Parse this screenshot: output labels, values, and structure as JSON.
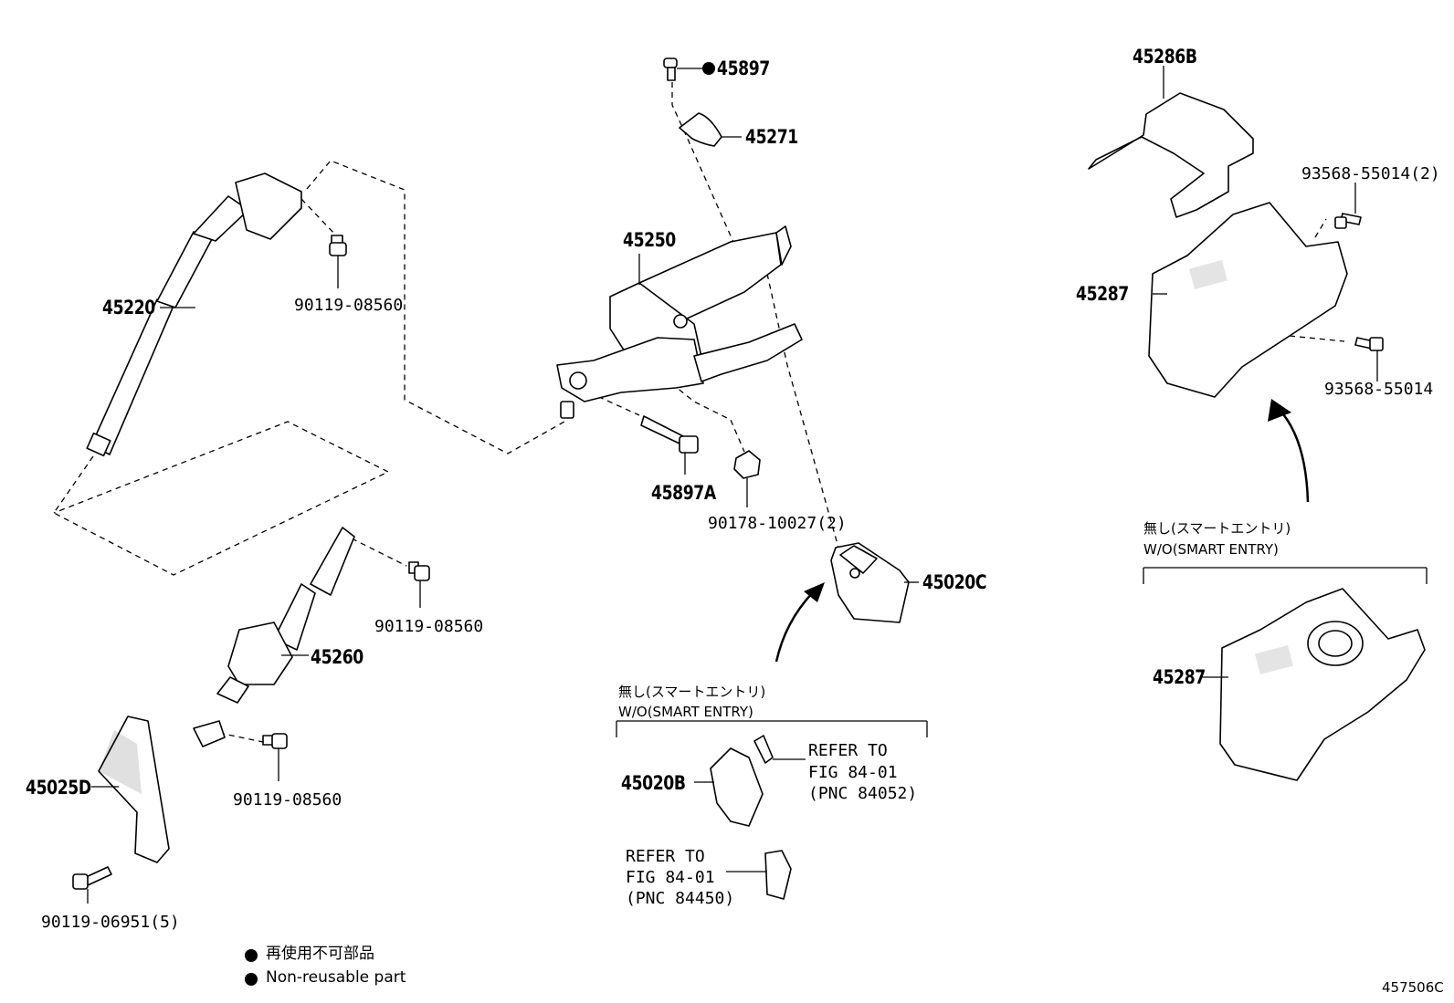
{
  "diagram": {
    "parts": {
      "p45897": "45897",
      "p45271": "45271",
      "p45250": "45250",
      "p45220": "45220",
      "p90119_08560_a": "90119-08560",
      "p45897A": "45897A",
      "p90178": "90178-10027(2)",
      "p45020C": "45020C",
      "p45260": "45260",
      "p90119_08560_b": "90119-08560",
      "p90119_08560_c": "90119-08560",
      "p45025D": "45025D",
      "p90119_06951": "90119-06951(5)",
      "p45020B": "45020B",
      "p45286B": "45286B",
      "p93568_2": "93568-55014(2)",
      "p45287_a": "45287",
      "p93568": "93568-55014",
      "p45287_b": "45287"
    },
    "notes": {
      "wo_jp_center": "無し(スマートエントリ)",
      "wo_en_center": "W/O(SMART ENTRY)",
      "wo_jp_right": "無し(スマートエントリ)",
      "wo_en_right": "W/O(SMART ENTRY)",
      "refer1_l1": "REFER TO",
      "refer1_l2": "FIG 84-01",
      "refer1_l3": "(PNC 84052)",
      "refer2_l1": "REFER TO",
      "refer2_l2": "FIG 84-01",
      "refer2_l3": "(PNC 84450)"
    },
    "legend": {
      "jp": "再使用不可部品",
      "en": "Non-reusable part"
    },
    "figure_id": "457506C"
  }
}
